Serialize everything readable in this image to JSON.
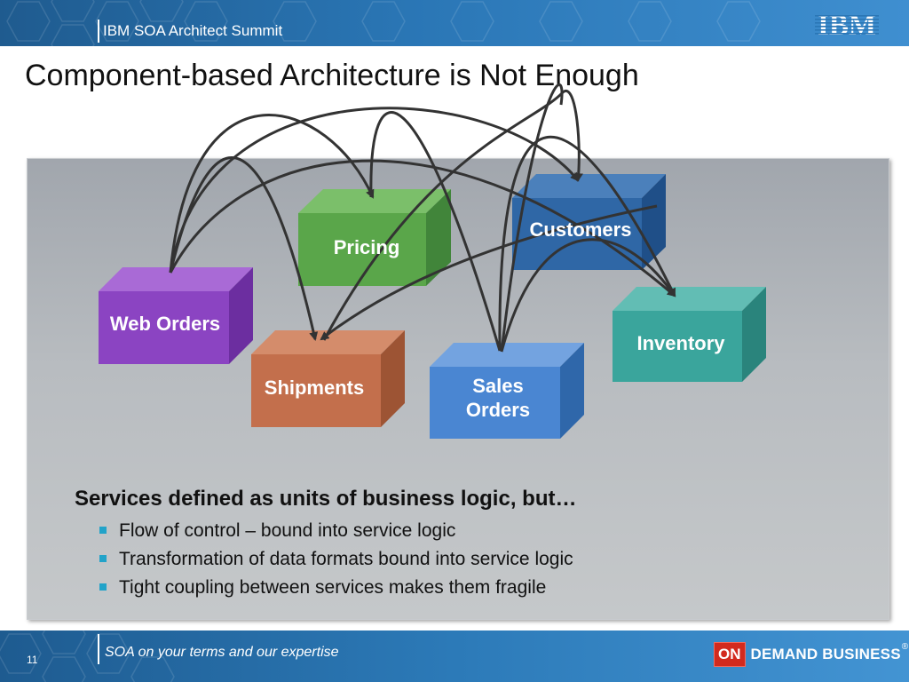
{
  "header": {
    "event_title": "IBM SOA Architect Summit",
    "logo": "IBM"
  },
  "slide": {
    "title": "Component-based Architecture is Not Enough"
  },
  "diagram": {
    "services": [
      {
        "id": "pricing",
        "label": "Pricing",
        "color": "#5aa64a"
      },
      {
        "id": "customers",
        "label": "Customers",
        "color": "#2f67a6"
      },
      {
        "id": "web_orders",
        "label": "Web Orders",
        "color": "#8b44c2"
      },
      {
        "id": "inventory",
        "label": "Inventory",
        "color": "#3aa59c"
      },
      {
        "id": "shipments",
        "label": "Shipments",
        "color": "#c36f4c"
      },
      {
        "id": "sales_orders",
        "label": "Sales Orders",
        "color": "#4a86d2"
      }
    ],
    "arrow_color": "#333333"
  },
  "bullets": {
    "heading": "Services defined as units of business logic, but…",
    "items": [
      "Flow of control – bound into service logic",
      "Transformation of data formats bound into service logic",
      "Tight coupling between services makes them fragile"
    ]
  },
  "footer": {
    "page_number": "11",
    "tagline": "SOA on your terms and our expertise",
    "brand_on": "ON",
    "brand_text": "DEMAND BUSINESS",
    "brand_mark": "®"
  }
}
